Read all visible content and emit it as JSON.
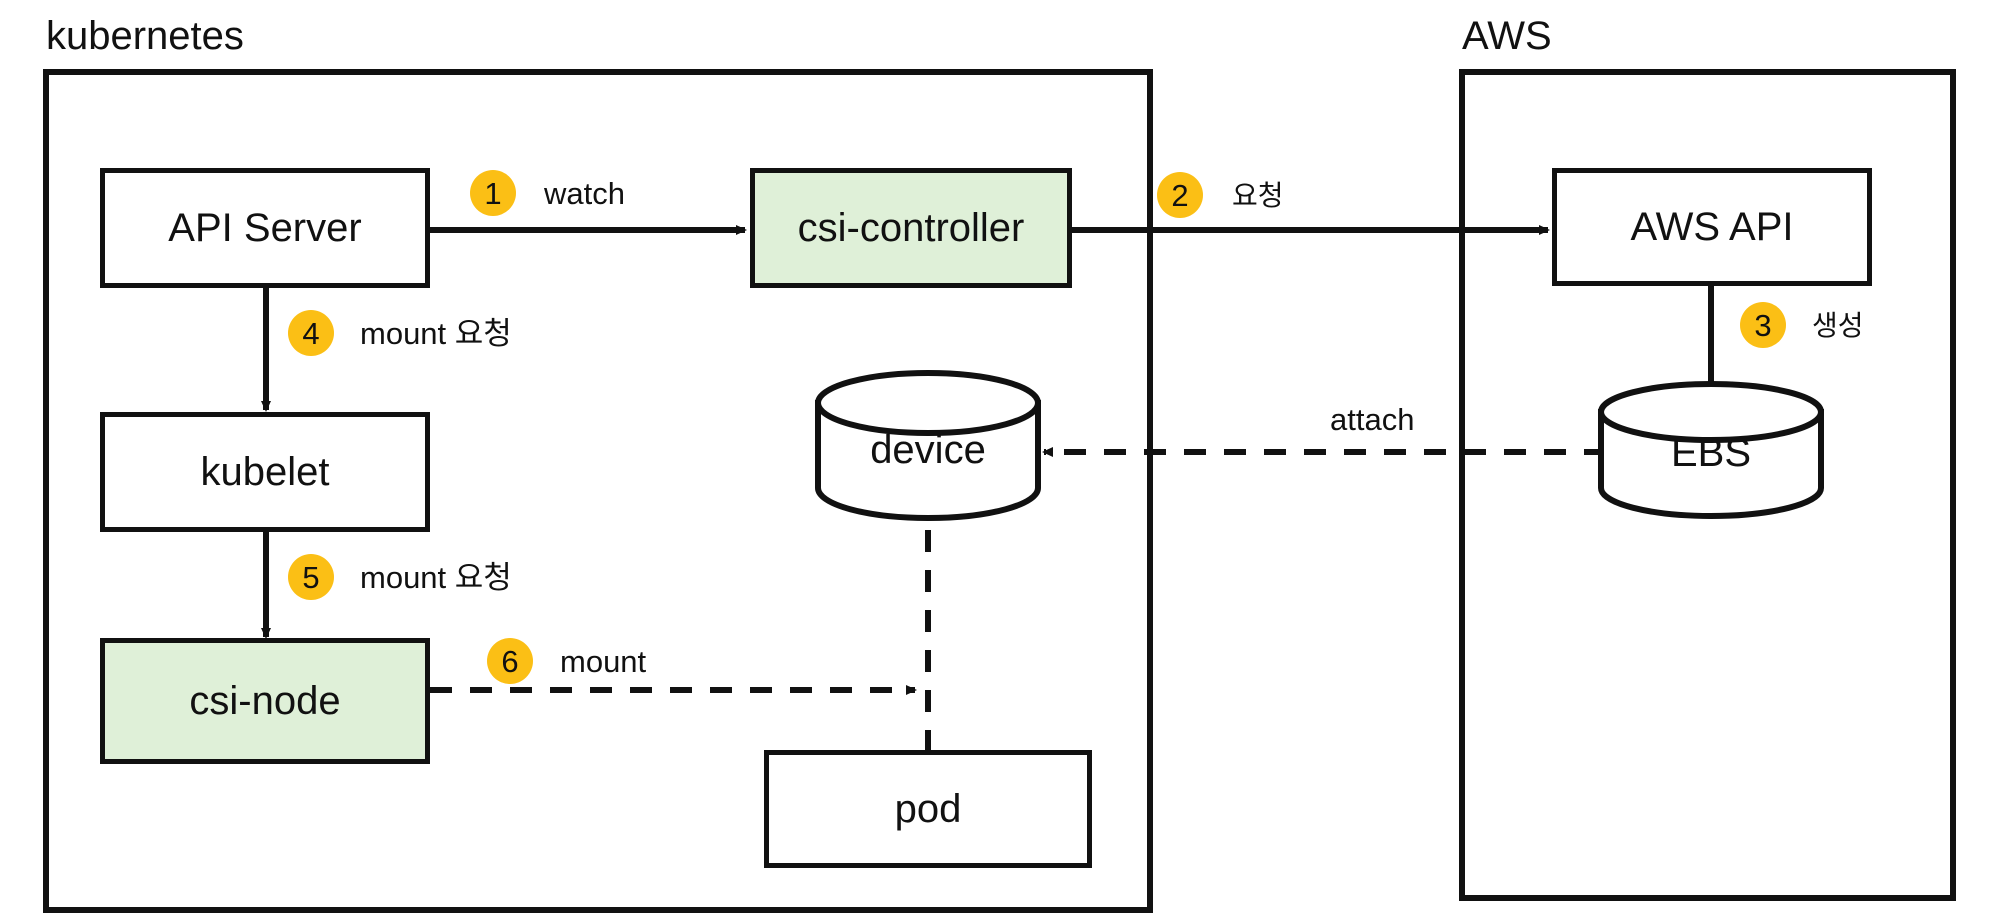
{
  "diagram": {
    "title_kubernetes": "kubernetes",
    "title_aws": "AWS",
    "colors": {
      "accent_badge": "#fbbf15",
      "node_green": "#dff0d8",
      "stroke": "#111111",
      "background": "#ffffff"
    },
    "groups": [
      {
        "id": "kubernetes",
        "label": "kubernetes"
      },
      {
        "id": "aws",
        "label": "AWS"
      }
    ],
    "nodes": [
      {
        "id": "api-server",
        "label": "API Server",
        "shape": "rect",
        "fill": "white"
      },
      {
        "id": "csi-controller",
        "label": "csi-controller",
        "shape": "rect",
        "fill": "green"
      },
      {
        "id": "kubelet",
        "label": "kubelet",
        "shape": "rect",
        "fill": "white"
      },
      {
        "id": "csi-node",
        "label": "csi-node",
        "shape": "rect",
        "fill": "green"
      },
      {
        "id": "device",
        "label": "device",
        "shape": "cylinder",
        "fill": "white"
      },
      {
        "id": "pod",
        "label": "pod",
        "shape": "rect",
        "fill": "white"
      },
      {
        "id": "aws-api",
        "label": "AWS API",
        "shape": "rect",
        "fill": "white"
      },
      {
        "id": "ebs",
        "label": "EBS",
        "shape": "cylinder",
        "fill": "white"
      }
    ],
    "edges": [
      {
        "id": "e1",
        "step": "1",
        "label": "watch",
        "from": "api-server",
        "to": "csi-controller",
        "style": "solid"
      },
      {
        "id": "e2",
        "step": "2",
        "label": "요청",
        "from": "csi-controller",
        "to": "aws-api",
        "style": "solid"
      },
      {
        "id": "e3",
        "step": "3",
        "label": "생성",
        "from": "aws-api",
        "to": "ebs",
        "style": "solid"
      },
      {
        "id": "e4",
        "step": "4",
        "label": "mount 요청",
        "from": "api-server",
        "to": "kubelet",
        "style": "solid"
      },
      {
        "id": "e5",
        "step": "5",
        "label": "mount 요청",
        "from": "kubelet",
        "to": "csi-node",
        "style": "solid"
      },
      {
        "id": "e6",
        "step": "6",
        "label": "mount",
        "from": "csi-node",
        "to": "device",
        "style": "dashed"
      },
      {
        "id": "e7",
        "step": "",
        "label": "attach",
        "from": "ebs",
        "to": "device",
        "style": "dashed"
      },
      {
        "id": "e8",
        "step": "",
        "label": "",
        "from": "pod",
        "to": "device",
        "style": "dashed"
      }
    ]
  }
}
